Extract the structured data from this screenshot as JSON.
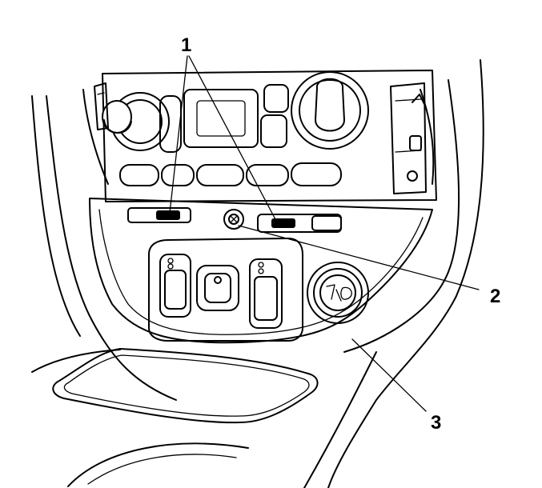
{
  "callouts": {
    "c1": {
      "label": "1"
    },
    "c2": {
      "label": "2"
    },
    "c3": {
      "label": "3"
    }
  }
}
